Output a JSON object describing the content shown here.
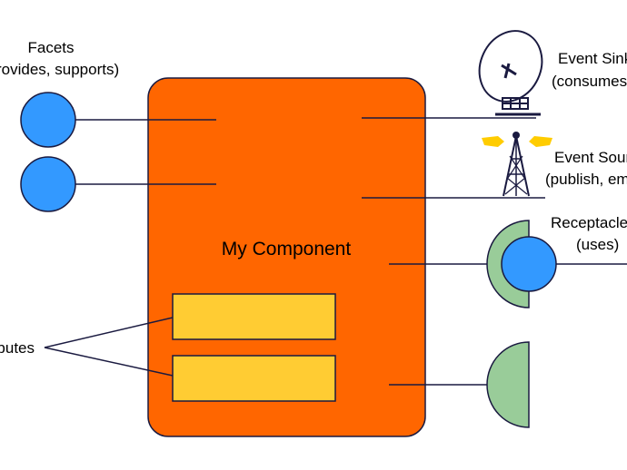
{
  "component": {
    "label": "My Component",
    "fill": "#ff6600"
  },
  "facets": {
    "title": "Facets",
    "subtitle": "(provides, supports)",
    "color": "#3399ff"
  },
  "event_sink": {
    "title": "Event Sink",
    "subtitle": "(consumes)"
  },
  "event_source": {
    "title": "Event Source",
    "subtitle": "(publish, emits)"
  },
  "receptacle": {
    "title": "Receptacle",
    "subtitle": "(uses)",
    "color": "#99cc99"
  },
  "attributes": {
    "label": "Attributes",
    "color": "#ffcc33"
  },
  "line_color": "#1a1a40"
}
